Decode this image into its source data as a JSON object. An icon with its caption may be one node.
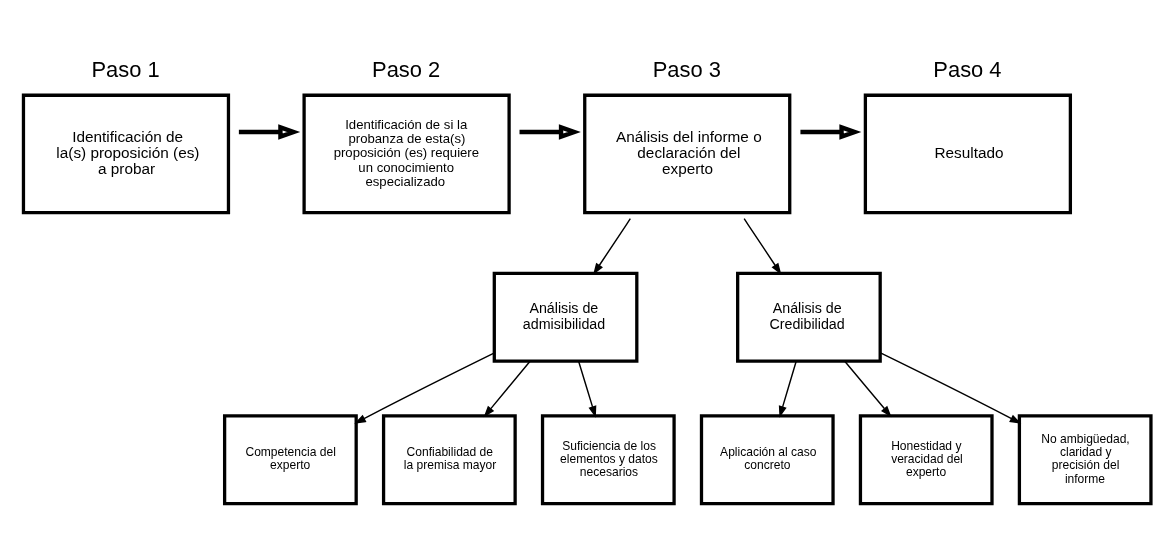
{
  "diagram": {
    "nodes": [
      {
        "text": [
          "Paso 1",
          "Identificación de la(s) proposición (es) a probar"
        ]
      },
      {
        "text": [
          "Paso 2",
          "Identificación de si la probanza de esta(s) proposición (es) requiere un conocimiento especializado"
        ]
      },
      {
        "text": [
          "Paso 3",
          "Análisis del informe o declaración del experto"
        ]
      },
      {
        "text": [
          "Paso 4",
          "Resultado"
        ]
      },
      {
        "text": [
          "Análisis de admisibilidad"
        ]
      },
      {
        "text": [
          "Análisis de Credibilidad"
        ]
      },
      {
        "text": [
          "Competencia del experto"
        ]
      },
      {
        "text": [
          "Confiabilidad de la premisa mayor"
        ]
      },
      {
        "text": [
          "Suficiencia de los elementos y datos necesarios"
        ]
      },
      {
        "text": [
          "Aplicación al caso concreto"
        ]
      },
      {
        "text": [
          "Honestidad y veracidad del experto"
        ]
      },
      {
        "text": [
          "No ambigüedad, claridad y precisión del informe"
        ]
      }
    ],
    "edges": [
      {
        "from": 0,
        "to": 1,
        "arrow": "to",
        "style": "thick"
      },
      {
        "from": 1,
        "to": 2,
        "arrow": "to",
        "style": "thick"
      },
      {
        "from": 2,
        "to": 3,
        "arrow": "to",
        "style": "thick"
      },
      {
        "from": 2,
        "to": 4,
        "arrow": "to"
      },
      {
        "from": 2,
        "to": 5,
        "arrow": "to"
      },
      {
        "from": 4,
        "to": 6,
        "arrow": "to"
      },
      {
        "from": 4,
        "to": 7,
        "arrow": "to"
      },
      {
        "from": 4,
        "to": 8,
        "arrow": "to"
      },
      {
        "from": 5,
        "to": 9,
        "arrow": "to"
      },
      {
        "from": 5,
        "to": 10,
        "arrow": "to"
      },
      {
        "from": 5,
        "to": 11,
        "arrow": "to"
      }
    ]
  }
}
